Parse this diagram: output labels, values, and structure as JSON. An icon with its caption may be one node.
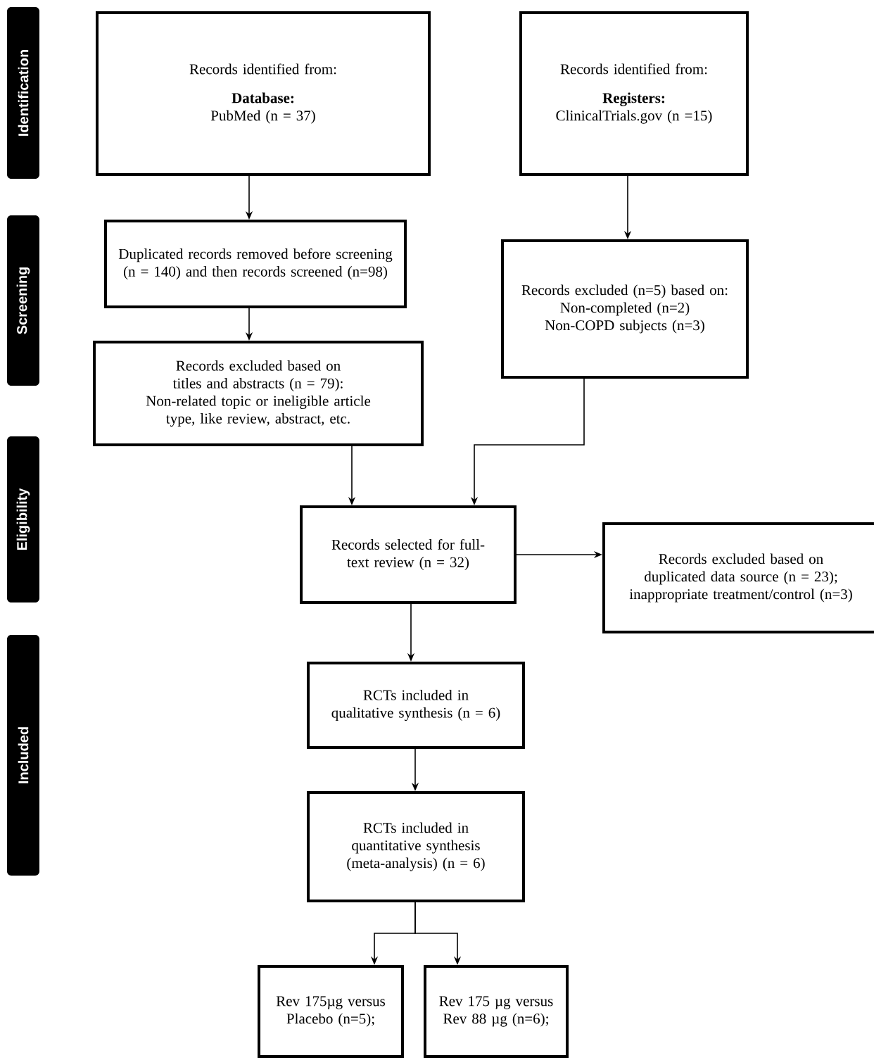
{
  "diagram": {
    "nodes": [
      {
        "text": [
          "Identification"
        ]
      },
      {
        "text": [
          "Records identified from:",
          "Database:",
          "PubMed (n = 37)"
        ]
      },
      {
        "text": [
          "Records identified from:",
          "Registers:",
          "ClinicalTrials.gov (n =15)"
        ]
      },
      {
        "text": [
          "Screening"
        ]
      },
      {
        "text": [
          "Duplicated records removed before screening (n = 140) and then records screened (n=98)"
        ]
      },
      {
        "text": [
          "Records excluded (n=5) based on:",
          "Non-completed (n=2)",
          "Non-COPD subjects (n=3)"
        ]
      },
      {
        "text": [
          "Records excluded based on titles and abstracts (n = 79):",
          "Non-related topic or ineligible article type, like review, abstract, etc."
        ]
      },
      {
        "text": [
          "Eligibility"
        ]
      },
      {
        "text": [
          "Records selected for full-text review (n = 32)"
        ]
      },
      {
        "text": [
          "Records excluded based on duplicated data source (n = 23); inappropriate treatment/control (n=3)"
        ]
      },
      {
        "text": [
          "Included"
        ]
      },
      {
        "text": [
          "RCTs  included in qualitative synthesis (n = 6)"
        ]
      },
      {
        "text": [
          "RCTs included in quantitative synthesis (meta-analysis) (n = 6)"
        ]
      },
      {
        "text": [
          "Rev 175µg versus Placebo (n=5);"
        ]
      },
      {
        "text": [
          "Rev 175 µg versus Rev 88 µg (n=6);"
        ]
      }
    ],
    "edges": [
      {
        "from": 1,
        "to": 4,
        "arrow": "to"
      },
      {
        "from": 2,
        "to": 5,
        "arrow": "to"
      },
      {
        "from": 4,
        "to": 6,
        "arrow": "to"
      },
      {
        "from": 6,
        "to": 8,
        "arrow": "to"
      },
      {
        "from": 5,
        "to": 8,
        "arrow": "to"
      },
      {
        "from": 8,
        "to": 9,
        "arrow": "to"
      },
      {
        "from": 8,
        "to": 11,
        "arrow": "to"
      },
      {
        "from": 11,
        "to": 12,
        "arrow": "to"
      },
      {
        "from": 12,
        "to": 13,
        "arrow": "to"
      },
      {
        "from": 12,
        "to": 14,
        "arrow": "to"
      }
    ]
  }
}
